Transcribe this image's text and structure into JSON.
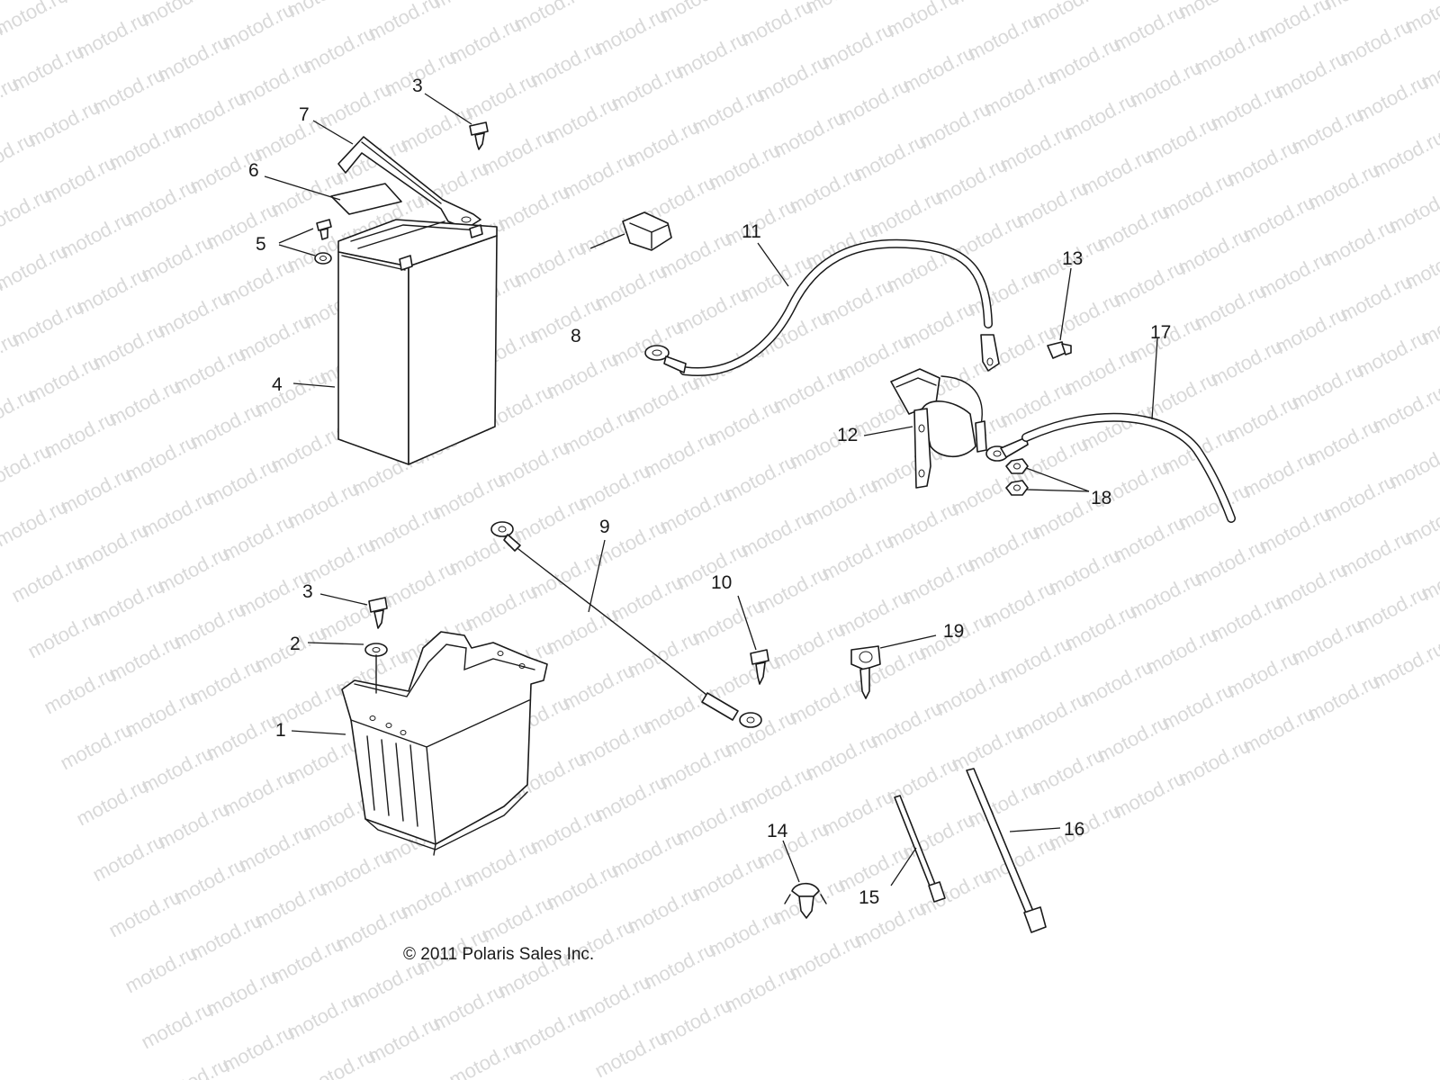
{
  "watermark": {
    "text": "motod.ru",
    "color": "#d9d9d9"
  },
  "copyright": "© 2011 Polaris Sales Inc.",
  "callouts": {
    "c1": "1",
    "c2": "2",
    "c3a": "3",
    "c3b": "3",
    "c4": "4",
    "c5": "5",
    "c6": "6",
    "c7": "7",
    "c8": "8",
    "c9": "9",
    "c10": "10",
    "c11": "11",
    "c12": "12",
    "c13": "13",
    "c14": "14",
    "c15": "15",
    "c16": "16",
    "c17": "17",
    "c18": "18",
    "c19": "19"
  }
}
